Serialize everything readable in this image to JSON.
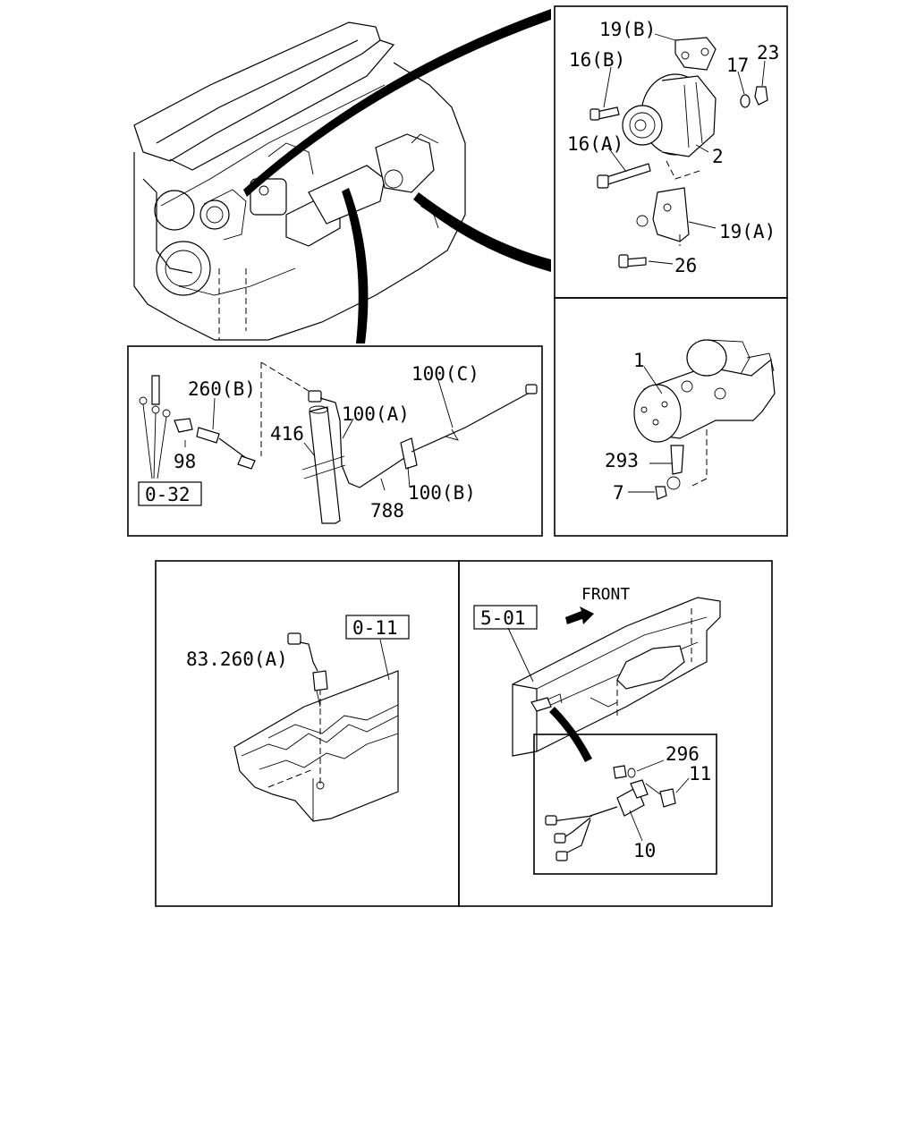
{
  "panels": {
    "alternator": {
      "callouts": [
        "19(B)",
        "16(B)",
        "17",
        "23",
        "16(A)",
        "2",
        "19(A)",
        "26"
      ]
    },
    "starter": {
      "callouts": [
        "1",
        "293",
        "7"
      ]
    },
    "harness": {
      "callouts": [
        "260(B)",
        "98",
        "416",
        "100(A)",
        "100(C)",
        "788",
        "100(B)"
      ],
      "ref_box": "0-32"
    },
    "cylinder_head": {
      "callouts": [
        "83.260(A)"
      ],
      "ref_box": "0-11"
    },
    "frame": {
      "front_label": "FRONT",
      "ref_box": "5-01",
      "callouts": [
        "296",
        "11",
        "10"
      ]
    }
  }
}
